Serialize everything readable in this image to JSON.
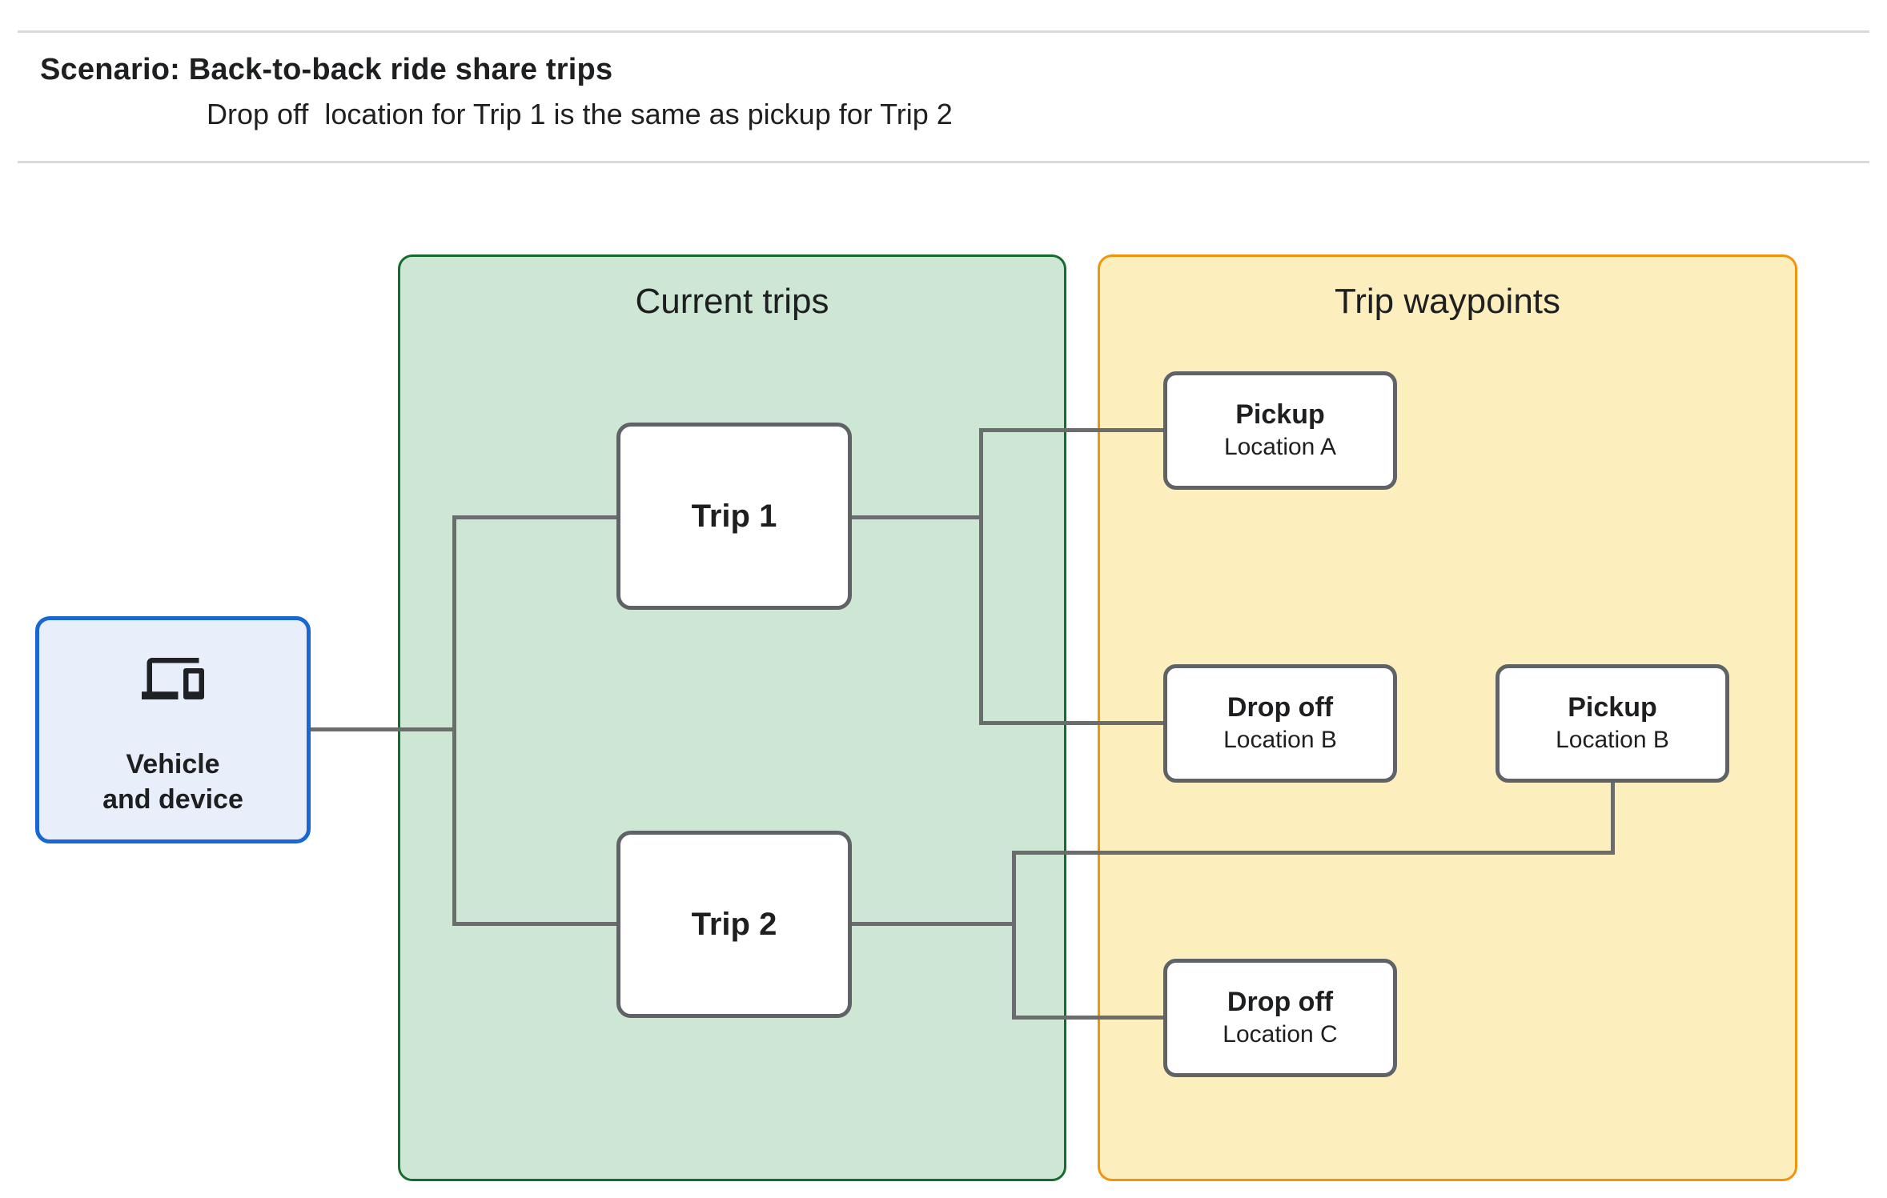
{
  "header": {
    "title": "Scenario: Back-to-back ride share trips",
    "subtitle": "Drop off  location for Trip 1 is the same as pickup for Trip 2"
  },
  "vehicle": {
    "icon": "devices-icon",
    "line1": "Vehicle",
    "line2": "and device"
  },
  "groups": {
    "current_trips": {
      "title": "Current trips"
    },
    "trip_waypoints": {
      "title": "Trip waypoints"
    }
  },
  "trips": [
    {
      "label": "Trip 1"
    },
    {
      "label": "Trip 2"
    }
  ],
  "waypoints": [
    {
      "type": "Pickup",
      "location": "Location A"
    },
    {
      "type": "Drop off",
      "location": "Location B"
    },
    {
      "type": "Pickup",
      "location": "Location B"
    },
    {
      "type": "Drop off",
      "location": "Location C"
    }
  ],
  "colors": {
    "page_bg": "#ffffff",
    "text": "#1d1f21",
    "divider": "#d9d9d9",
    "vehicle_fill": "#e8eefa",
    "vehicle_border": "#1967d2",
    "green_fill": "#cee7d5",
    "green_border": "#146c2e",
    "yellow_fill": "#fcefbd",
    "orange_border": "#f2930d",
    "node_fill": "#ffffff",
    "node_border": "#5f6368",
    "connector": "#6a6c6e"
  }
}
